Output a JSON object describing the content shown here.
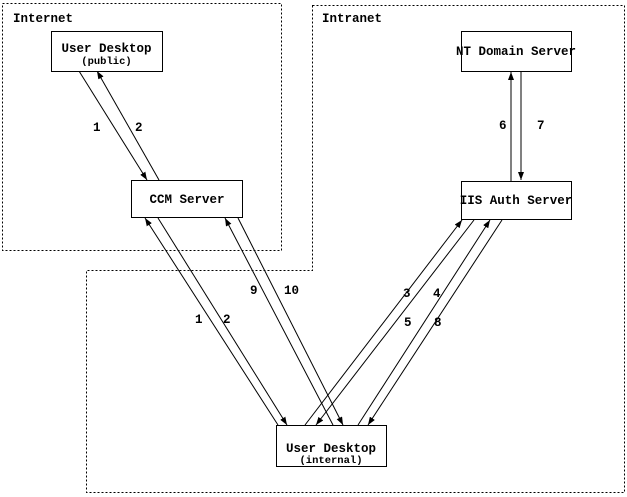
{
  "zones": {
    "internet_label": "Internet",
    "intranet_label": "Intranet"
  },
  "nodes": {
    "user_desktop_public": {
      "title": "User Desktop",
      "subtitle": "(public)"
    },
    "ccm_server": {
      "title": "CCM Server"
    },
    "nt_domain_server": {
      "title": "NT Domain Server"
    },
    "iis_auth_server": {
      "title": "IIS Auth Server"
    },
    "user_desktop_internal": {
      "title": "User Desktop",
      "subtitle": "(internal)"
    }
  },
  "edges": [
    {
      "label": "1",
      "from": "user_desktop_public",
      "to": "ccm_server"
    },
    {
      "label": "2",
      "from": "ccm_server",
      "to": "user_desktop_public"
    },
    {
      "label": "1",
      "from": "user_desktop_internal",
      "to": "ccm_server"
    },
    {
      "label": "2",
      "from": "ccm_server",
      "to": "user_desktop_internal"
    },
    {
      "label": "3",
      "from": "user_desktop_internal",
      "to": "iis_auth_server"
    },
    {
      "label": "4",
      "from": "iis_auth_server",
      "to": "user_desktop_internal"
    },
    {
      "label": "5",
      "from": "user_desktop_internal",
      "to": "iis_auth_server"
    },
    {
      "label": "6",
      "from": "iis_auth_server",
      "to": "nt_domain_server"
    },
    {
      "label": "7",
      "from": "nt_domain_server",
      "to": "iis_auth_server"
    },
    {
      "label": "8",
      "from": "iis_auth_server",
      "to": "user_desktop_internal"
    },
    {
      "label": "9",
      "from": "user_desktop_internal",
      "to": "ccm_server"
    },
    {
      "label": "10",
      "from": "ccm_server",
      "to": "user_desktop_internal"
    }
  ],
  "colors": {
    "line": "#000000",
    "background": "#ffffff",
    "box_fill": "#ffffff"
  }
}
